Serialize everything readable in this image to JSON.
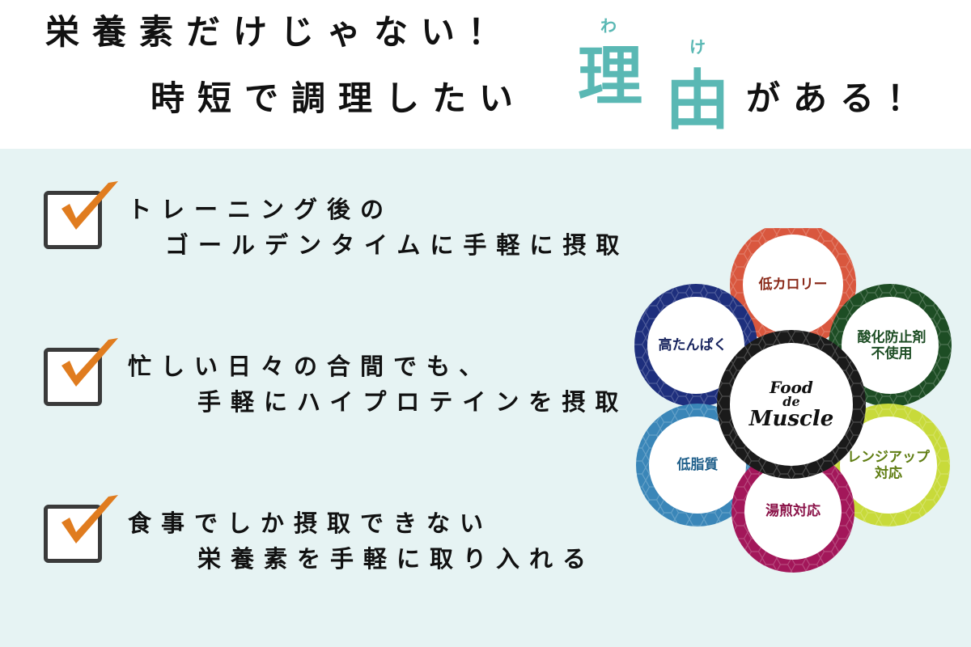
{
  "headline": {
    "line1": "栄養素だけじゃない！",
    "line2_start": "時短で調理したい",
    "kanji_1": "理",
    "kanji_1_ruby": "わ",
    "kanji_2": "由",
    "kanji_2_ruby": "け",
    "line2_end": "がある！"
  },
  "checklist": [
    {
      "line1": "トレーニング後の",
      "line2": "ゴールデンタイムに手軽に摂取"
    },
    {
      "line1": "忙しい日々の合間でも、",
      "line2": "手軽にハイプロテインを摂取"
    },
    {
      "line1": "食事でしか摂取できない",
      "line2": "栄養素を手軽に取り入れる"
    }
  ],
  "badges": [
    {
      "label": "低カロリー",
      "color": "#d9573e",
      "text_color": "#8a2a1a"
    },
    {
      "label": "高たんぱく",
      "color": "#1e2f7d",
      "text_color": "#1a2660"
    },
    {
      "label": "酸化防止剤\n不使用",
      "color": "#1d4d24",
      "text_color": "#1d4d24"
    },
    {
      "label": "低脂質",
      "color": "#3a86b8",
      "text_color": "#1f5f8a"
    },
    {
      "label": "レンジアップ\n対応",
      "color": "#c8da3a",
      "text_color": "#5f7d12"
    },
    {
      "label": "湯煎対応",
      "color": "#a3175a",
      "text_color": "#8a1248"
    }
  ],
  "logo": {
    "line1": "Food",
    "line2": "de",
    "line3": "Muscle",
    "ring_color": "#1a1a1a"
  },
  "colors": {
    "accent": "#5ab8b4",
    "check": "#e07c1f",
    "panel_bg": "#e6f3f3"
  }
}
